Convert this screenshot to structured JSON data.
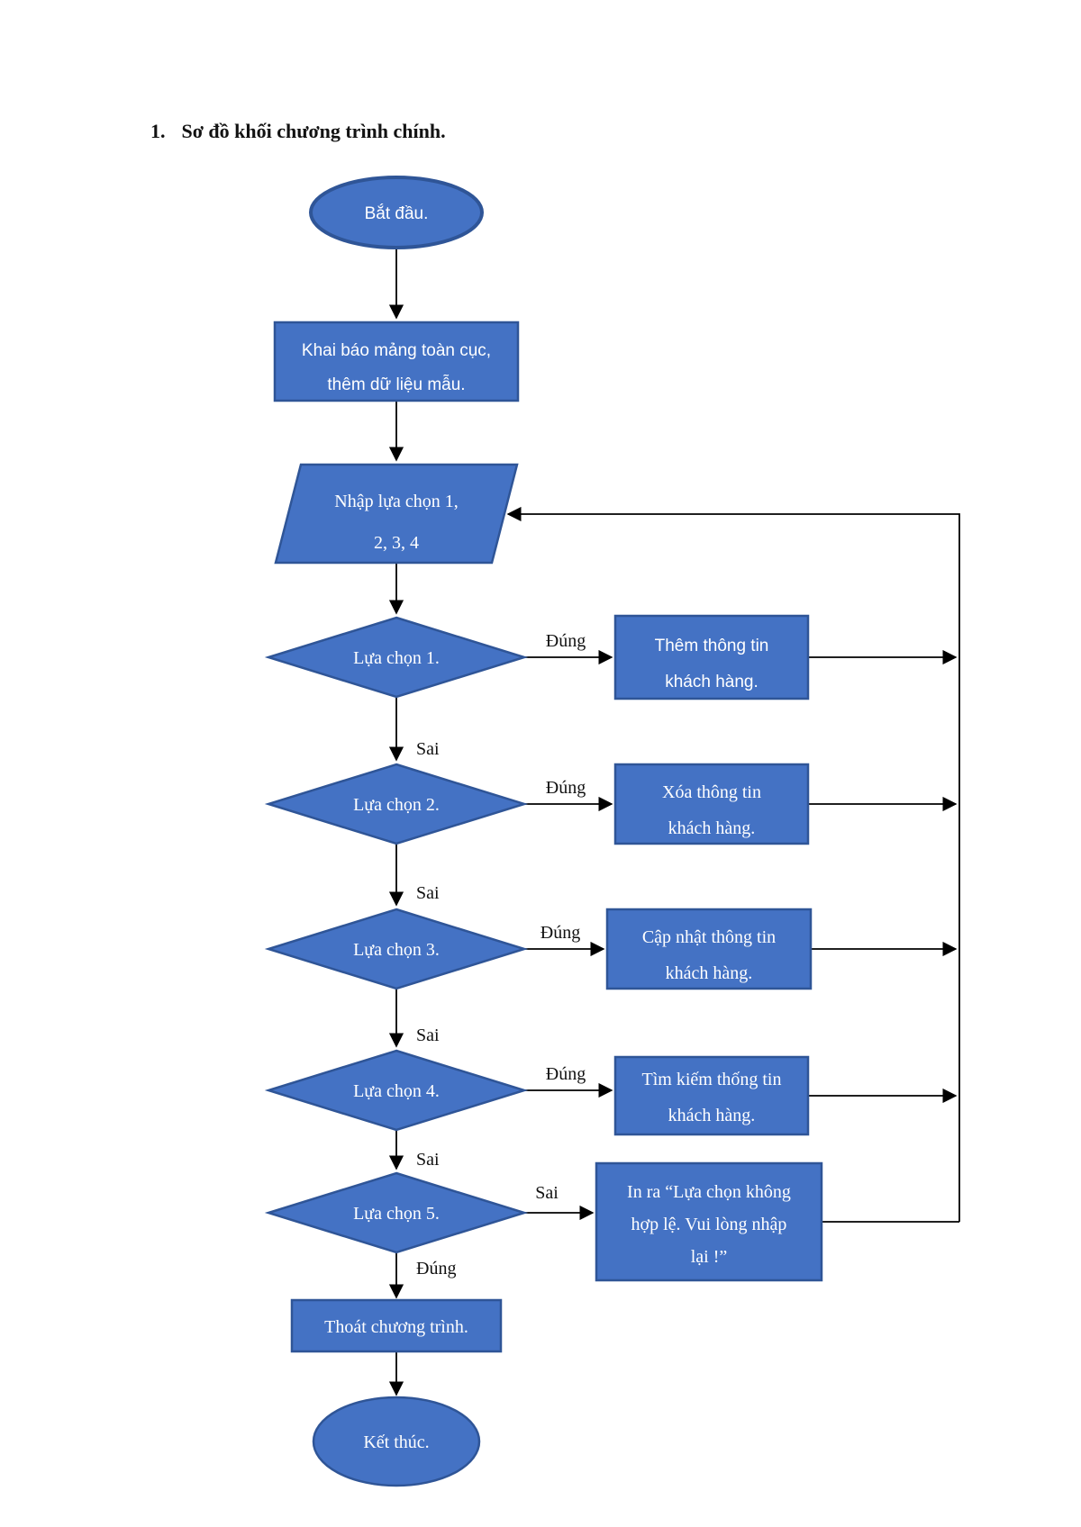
{
  "title": {
    "number": "1.",
    "text": "Sơ đồ khối chương trình chính."
  },
  "colors": {
    "shape_fill": "#4472C4",
    "shape_border": "#2F5597",
    "connector": "#000000",
    "shape_text": "#FFFFFF",
    "label_text": "#111111",
    "background": "#FFFFFF"
  },
  "labels": {
    "dung": "Đúng",
    "sai": "Sai"
  },
  "nodes": {
    "start": {
      "label": "Bắt đầu."
    },
    "init": {
      "line1": "Khai báo mảng toàn cục,",
      "line2": "thêm dữ liệu mẫu."
    },
    "input": {
      "line1": "Nhập lựa chọn 1,",
      "line2": "2, 3, 4"
    },
    "decision1": {
      "label": "Lựa chọn 1."
    },
    "action1": {
      "line1": "Thêm thông tin",
      "line2": "khách hàng."
    },
    "decision2": {
      "label": "Lựa chọn 2."
    },
    "action2": {
      "line1": "Xóa thông tin",
      "line2": "khách hàng."
    },
    "decision3": {
      "label": "Lựa chọn 3."
    },
    "action3": {
      "line1": "Cập nhật thông tin",
      "line2": "khách hàng."
    },
    "decision4": {
      "label": "Lựa chọn 4."
    },
    "action4": {
      "line1": "Tìm kiếm thống tin",
      "line2": "khách hàng."
    },
    "decision5": {
      "label": "Lựa chọn 5."
    },
    "action5": {
      "line1": "In ra “Lựa chọn không",
      "line2": "hợp lệ. Vui lòng nhập",
      "line3": "lại !”"
    },
    "exit": {
      "label": "Thoát chương trình."
    },
    "end": {
      "label": "Kết thúc."
    }
  }
}
